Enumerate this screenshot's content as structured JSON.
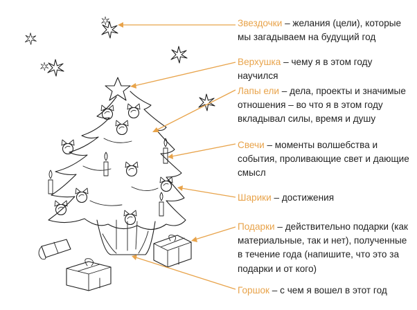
{
  "accent_color": "#e8a34a",
  "text_color": "#222222",
  "legend": [
    {
      "term": "Звездочки",
      "separator": " – ",
      "description": "желания (цели), которые мы загадываем на будущий год",
      "target": "stars"
    },
    {
      "term": "Верхушка",
      "separator": " – ",
      "description": "чему я в этом году научился",
      "target": "tree-top-star"
    },
    {
      "term": "Лапы ели",
      "separator": " – ",
      "description": "дела, проекты и значимые отношения – во что я в этом году вкладывал силы, время и душу",
      "target": "tree-branches"
    },
    {
      "term": "Свечи",
      "separator": " – ",
      "description": "моменты волшебства и события, проливающие свет и дающие смысл",
      "target": "candles"
    },
    {
      "term": "Шарики",
      "separator": " – ",
      "description": "достижения",
      "target": "ornaments"
    },
    {
      "term": "Подарки",
      "separator": " – ",
      "description": "действительно подарки (как материальные, так и нет), полученные в течение года (напишите, что это за подарки и от кого)",
      "target": "gifts"
    },
    {
      "term": "Горшок",
      "separator": " – ",
      "description": "с чем я вошел в этот год",
      "target": "pot"
    }
  ],
  "icons": [
    "star-icon",
    "tree-icon",
    "candle-icon",
    "ornament-icon",
    "gift-icon",
    "pot-icon"
  ]
}
